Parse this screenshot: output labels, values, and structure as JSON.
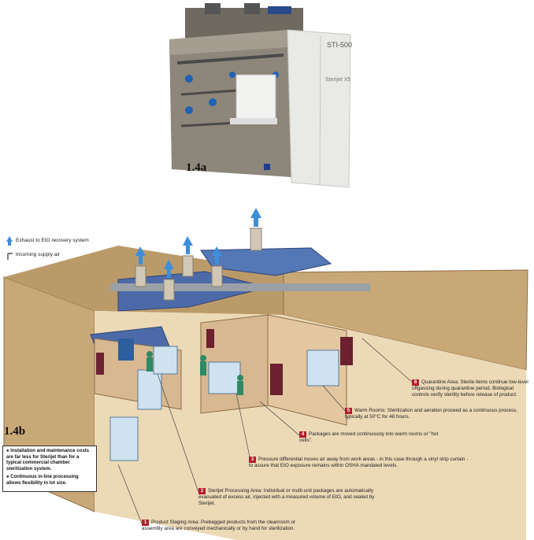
{
  "figure_a": {
    "label": "1.4a",
    "unit_model": "STI-500",
    "unit_brand": "Sterijet X5"
  },
  "figure_b": {
    "label": "1.4b"
  },
  "legend": {
    "exhaust": "Exhaust to EtO recovery system",
    "supply": "Incoming supply air"
  },
  "callouts": [
    {
      "num": "1",
      "text": "Product Staging Area: Prebagged products from the cleanroom or assembly area are conveyed mechanically or by hand for sterilization."
    },
    {
      "num": "2",
      "text": "Sterijet Processing Area: Individual or multi-unit packages are automatically evacuated of excess air, injected with a measured volume of EtO, and sealed by Sterijet."
    },
    {
      "num": "3",
      "text": "Pressure differential moves air away from work areas - in this case through a vinyl strip curtain - to assure that EtO exposure remains within OSHA mandated levels."
    },
    {
      "num": "4",
      "text": "Packages are moved continuously into warm rooms or \"hot cells\"."
    },
    {
      "num": "5",
      "text": "Warm Rooms: Sterilization and aeration proceed as a continuous process, typically at 50°C for 48 hours."
    },
    {
      "num": "6",
      "text": "Quarantine Area: Sterile items continue low-level offgassing during quarantine period. Biological controls verify sterility before release of product."
    }
  ],
  "notes": [
    "Installation and maintenance costs are far less for Sterijet than for a typical commercial chamber sterilization system.",
    "Continuous in-line processing allows flexibility in lot size."
  ],
  "colors": {
    "roof": "#4c6aa8",
    "wall": "#d8b890",
    "door": "#6b2130",
    "outer": "#c9a877"
  }
}
